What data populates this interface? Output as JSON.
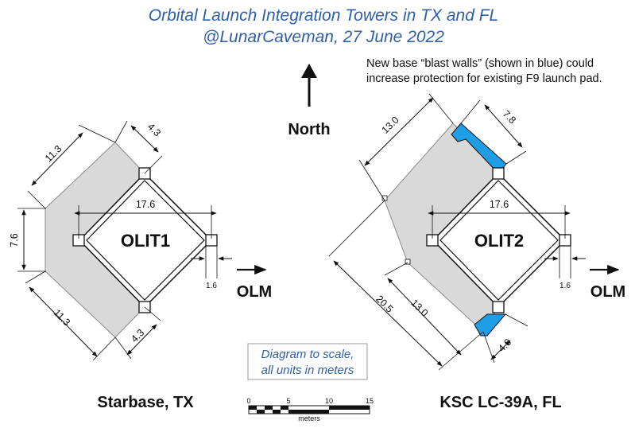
{
  "title_line1": "Orbital Launch Integration Towers in TX and FL",
  "title_line2": "@LunarCaveman, 27 June 2022",
  "note_line1": "New base “blast walls” (shown in blue) could",
  "note_line2": "increase protection for existing F9 launch pad.",
  "north_label": "North",
  "north_icon": "up-arrow-icon",
  "left_site": {
    "name": "Starbase, TX",
    "tower_label": "OLIT1",
    "olm_label": "OLM",
    "dims": {
      "diag_upper": "11.3",
      "top_small": "4.3",
      "width": "17.6",
      "vertical": "7.6",
      "leg": "1.6",
      "diag_lower": "11.3",
      "bottom_small": "4.3"
    }
  },
  "right_site": {
    "name": "KSC LC-39A, FL",
    "tower_label": "OLIT2",
    "olm_label": "OLM",
    "dims": {
      "diag_upper": "13.0",
      "top_small": "7.8",
      "width": "17.6",
      "leg": "1.6",
      "long_diag": "20.5",
      "diag_lower": "13.0",
      "bottom_small": "4.0"
    }
  },
  "scale_box_line1": "Diagram to scale,",
  "scale_box_line2": "all units in meters",
  "scale_bar": {
    "ticks": [
      "0",
      "5",
      "10",
      "15"
    ],
    "unit": "meters"
  },
  "colors": {
    "title": "#2f5fa8",
    "base_fill": "#d9d9d9",
    "blast_wall": "#1e9ee6",
    "text": "#111111"
  }
}
